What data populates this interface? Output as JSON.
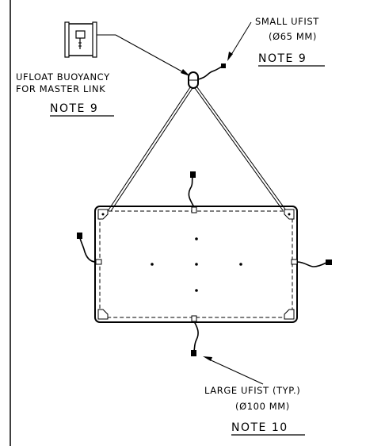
{
  "colors": {
    "line": "#000000",
    "background": "#ffffff"
  },
  "annotations": {
    "ufloat": {
      "line1": "UFLOAT BUOYANCY",
      "line2": "FOR MASTER LINK",
      "note": "NOTE 9"
    },
    "small_ufist": {
      "line1": "SMALL UFIST",
      "line2": "(Ø65 MM)",
      "note": "NOTE 9"
    },
    "large_ufist": {
      "line1": "LARGE UFIST (TYP.)",
      "line2": "(Ø100 MM)",
      "note": "NOTE 10"
    }
  }
}
